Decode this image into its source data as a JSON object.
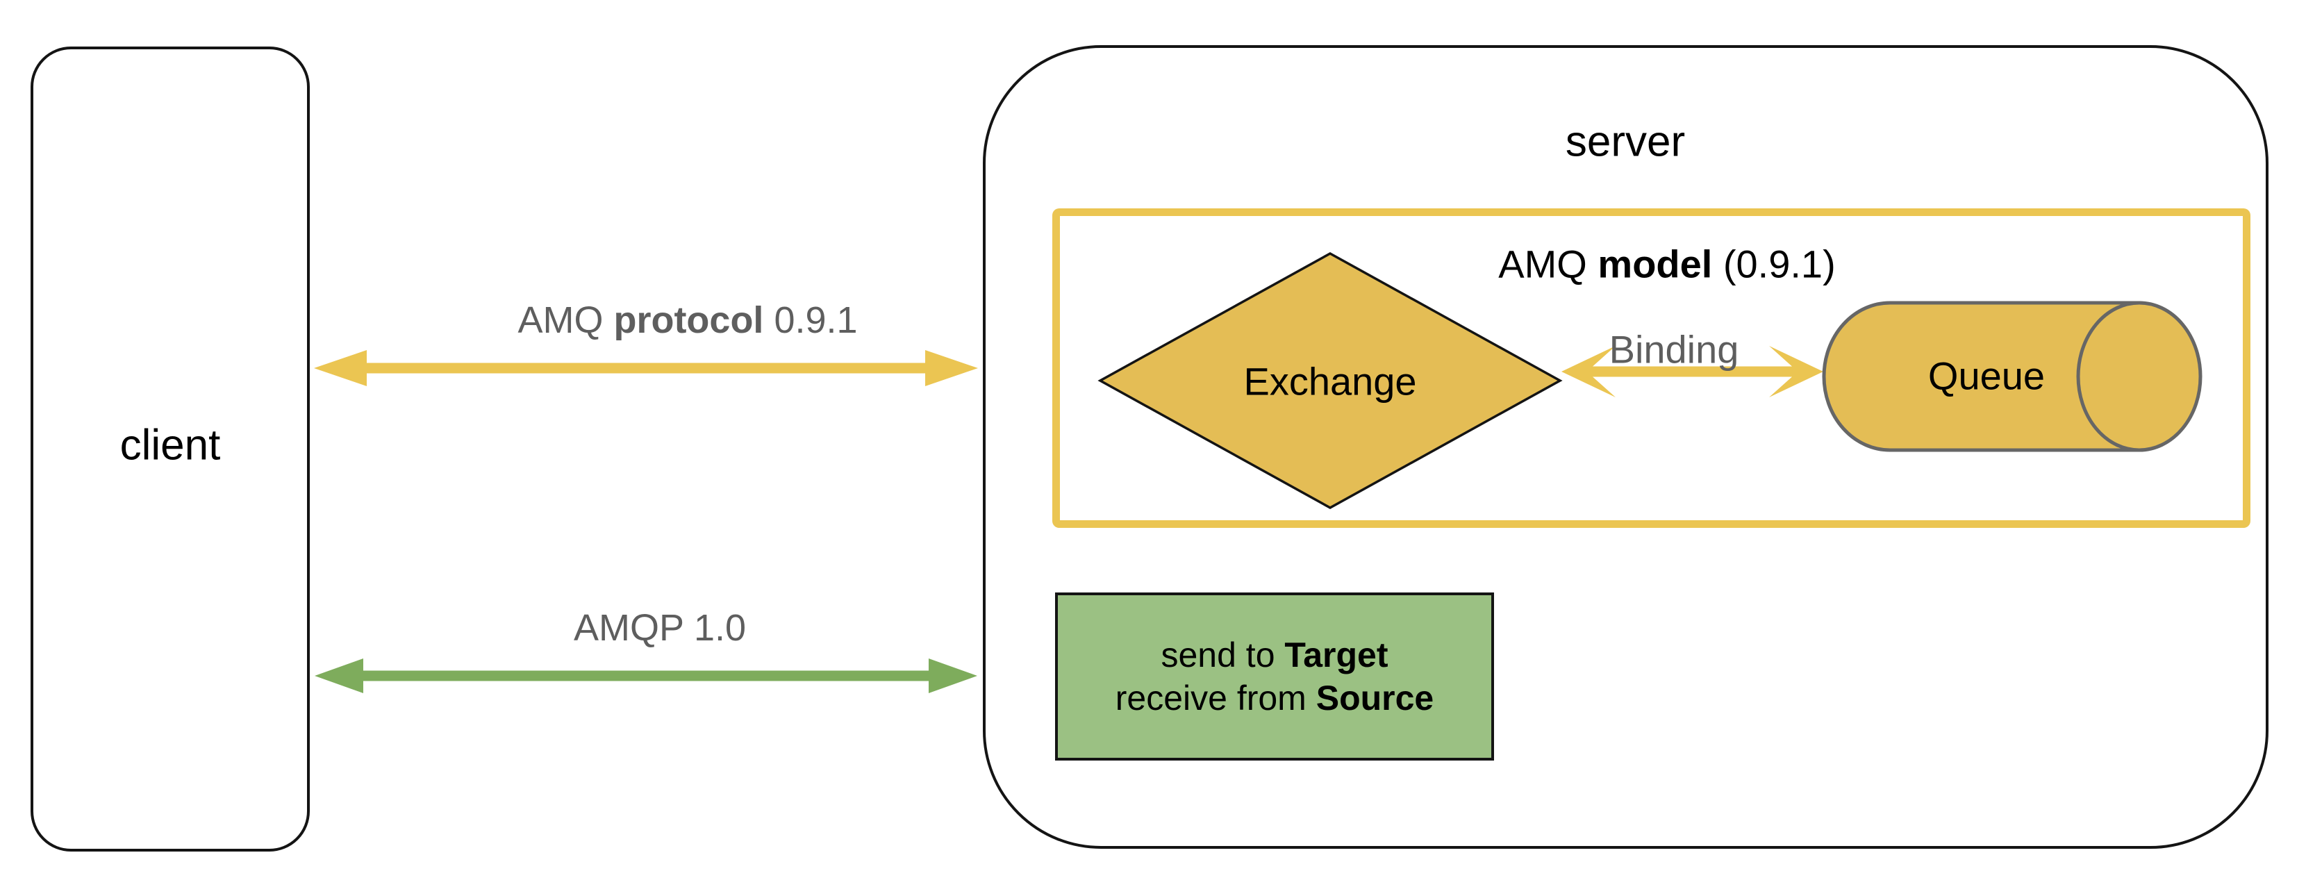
{
  "colors": {
    "yellow-fill": "#E4BD55",
    "yellow-accent": "#EBC552",
    "green-fill": "#9BC183",
    "green-accent": "#7EAC5C",
    "gray-text": "#5E5E5E",
    "cylinder-stroke": "#666666",
    "line": "#141414",
    "text": "#000000"
  },
  "client": {
    "label": "client"
  },
  "server": {
    "label": "server"
  },
  "protocol_arrow": {
    "label_prefix": "AMQ ",
    "label_bold": "protocol",
    "label_suffix": " 0.9.1"
  },
  "amqp_arrow": {
    "label": "AMQP 1.0"
  },
  "amq_model": {
    "title_prefix": "AMQ ",
    "title_bold": "model",
    "title_suffix": " (0.9.1)"
  },
  "exchange": {
    "label": "Exchange"
  },
  "binding": {
    "label": "Binding"
  },
  "queue": {
    "label": "Queue"
  },
  "amqp_node": {
    "line1_prefix": "send to ",
    "line1_bold": "Target",
    "line2_prefix": "receive from ",
    "line2_bold": "Source"
  }
}
